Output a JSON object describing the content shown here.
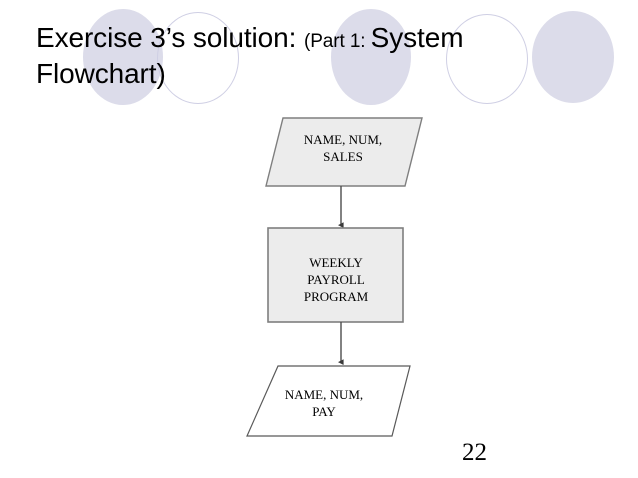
{
  "slide": {
    "background_color": "#ffffff",
    "page_number": "22"
  },
  "title": {
    "segment_1": "Exercise 3’s solution: ",
    "segment_2": "(Part 1: ",
    "segment_3": "System Flowchart",
    "segment_4": ")",
    "full_text": "Exercise 3’s solution: (Part 1: System Flowchart)"
  },
  "decorations": {
    "accent_color": "#dcdcea",
    "outline_color": "#cfcfe4",
    "circles": [
      {
        "name": "circle-filled-1",
        "style": "filled"
      },
      {
        "name": "circle-outline-1",
        "style": "outline"
      },
      {
        "name": "circle-filled-2",
        "style": "filled"
      },
      {
        "name": "circle-outline-2",
        "style": "outline"
      },
      {
        "name": "circle-filled-3",
        "style": "filled"
      }
    ]
  },
  "flowchart": {
    "shape_fill_gray": "#ececec",
    "shape_fill_white": "#ffffff",
    "shape_stroke": "#7f7f7f",
    "connector_color": "#4d4d4d",
    "nodes": [
      {
        "id": "input-data",
        "shape": "parallelogram",
        "label": "NAME, NUM,\nSALES"
      },
      {
        "id": "weekly-payroll-program",
        "shape": "rectangle",
        "label": "WEEKLY\nPAYROLL\nPROGRAM"
      },
      {
        "id": "output-data",
        "shape": "parallelogram",
        "label": "NAME, NUM,\nPAY"
      }
    ],
    "connectors": [
      {
        "id": "connector-input-to-process",
        "from": "input-data",
        "to": "weekly-payroll-program"
      },
      {
        "id": "connector-process-to-output",
        "from": "weekly-payroll-program",
        "to": "output-data"
      }
    ]
  }
}
